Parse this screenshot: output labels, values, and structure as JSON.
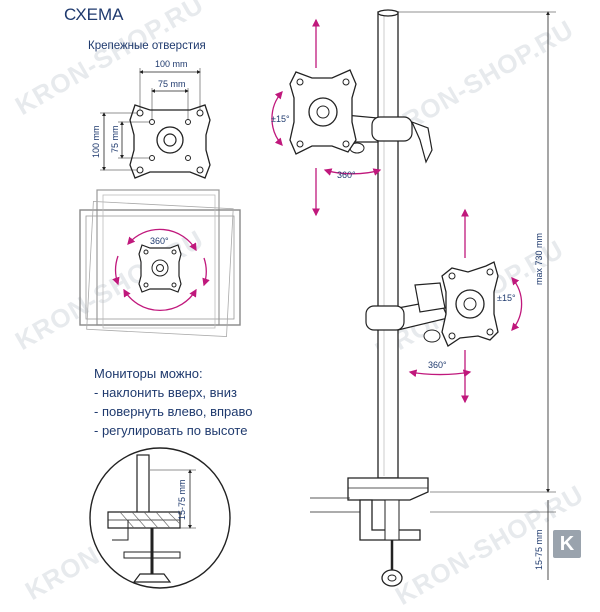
{
  "header": {
    "title": "СХЕМА",
    "mount_holes_label": "Крепежные отверстия"
  },
  "dimensions": {
    "width_outer": "100 mm",
    "width_inner": "75 mm",
    "height_outer": "100 mm",
    "height_inner": "75 mm",
    "clamp_thickness": "15-75 mm",
    "desk_thickness": "15-75 mm",
    "pole_height": "max 730 mm"
  },
  "angles": {
    "rotate": "360°",
    "tilt": "±15°"
  },
  "features": {
    "heading": "Мониторы можно:",
    "items": [
      "- наклонить вверх, вниз",
      "- повернуть влево, вправо",
      "- регулировать по высоте"
    ]
  },
  "watermark": "KRON-SHOP.RU",
  "logo_letter": "K",
  "colors": {
    "text_blue": "#1f3a6e",
    "arrow_magenta": "#c0187c",
    "line": "#222222"
  }
}
